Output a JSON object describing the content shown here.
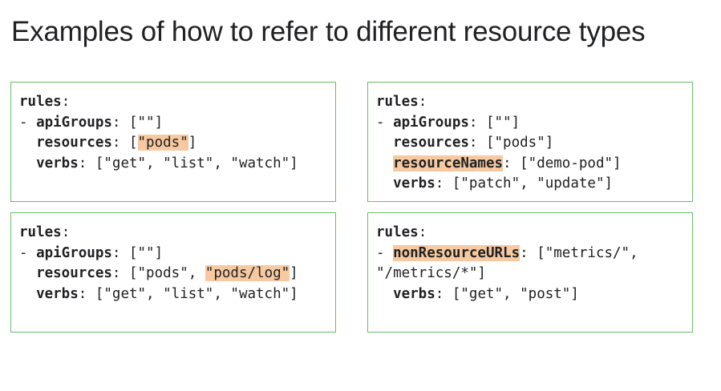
{
  "slide": {
    "title": "Examples of how to refer to different resource types"
  },
  "panels": [
    {
      "lines": [
        [
          {
            "t": "rules",
            "k": true
          },
          {
            "t": ":"
          }
        ],
        [
          {
            "t": "- "
          },
          {
            "t": "apiGroups",
            "k": true
          },
          {
            "t": ": [\"\"]"
          }
        ],
        [
          {
            "t": "  "
          },
          {
            "t": "resources",
            "k": true
          },
          {
            "t": ": ["
          },
          {
            "t": "\"pods\"",
            "hl": true
          },
          {
            "t": "]"
          }
        ],
        [
          {
            "t": "  "
          },
          {
            "t": "verbs",
            "k": true
          },
          {
            "t": ": [\"get\", \"list\", \"watch\"]"
          }
        ]
      ]
    },
    {
      "lines": [
        [
          {
            "t": "rules",
            "k": true
          },
          {
            "t": ":"
          }
        ],
        [
          {
            "t": "- "
          },
          {
            "t": "apiGroups",
            "k": true
          },
          {
            "t": ": [\"\"]"
          }
        ],
        [
          {
            "t": "  "
          },
          {
            "t": "resources",
            "k": true
          },
          {
            "t": ": [\"pods\"]"
          }
        ],
        [
          {
            "t": "  "
          },
          {
            "t": "resourceNames",
            "k": true,
            "hl": true
          },
          {
            "t": ": [\"demo-pod\"]"
          }
        ],
        [
          {
            "t": "  "
          },
          {
            "t": "verbs",
            "k": true
          },
          {
            "t": ": [\"patch\", \"update\"]"
          }
        ]
      ]
    },
    {
      "lines": [
        [
          {
            "t": "rules",
            "k": true
          },
          {
            "t": ":"
          }
        ],
        [
          {
            "t": "- "
          },
          {
            "t": "apiGroups",
            "k": true
          },
          {
            "t": ": [\"\"]"
          }
        ],
        [
          {
            "t": "  "
          },
          {
            "t": "resources",
            "k": true
          },
          {
            "t": ": [\"pods\", "
          },
          {
            "t": "\"pods/log\"",
            "hl": true
          },
          {
            "t": "]"
          }
        ],
        [
          {
            "t": "  "
          },
          {
            "t": "verbs",
            "k": true
          },
          {
            "t": ": [\"get\", \"list\", \"watch\"]"
          }
        ]
      ]
    },
    {
      "lines": [
        [
          {
            "t": "rules",
            "k": true
          },
          {
            "t": ":"
          }
        ],
        [
          {
            "t": "- "
          },
          {
            "t": "nonResourceURLs",
            "k": true,
            "hl": true
          },
          {
            "t": ": [\"metrics/\","
          }
        ],
        [
          {
            "t": "\"/metrics/*\"]"
          }
        ],
        [
          {
            "t": "  "
          },
          {
            "t": "verbs",
            "k": true
          },
          {
            "t": ": [\"get\", \"post\"]"
          }
        ]
      ]
    }
  ],
  "colors": {
    "border": "#6abf69",
    "highlight": "#f7c9a0",
    "text": "#202124"
  }
}
